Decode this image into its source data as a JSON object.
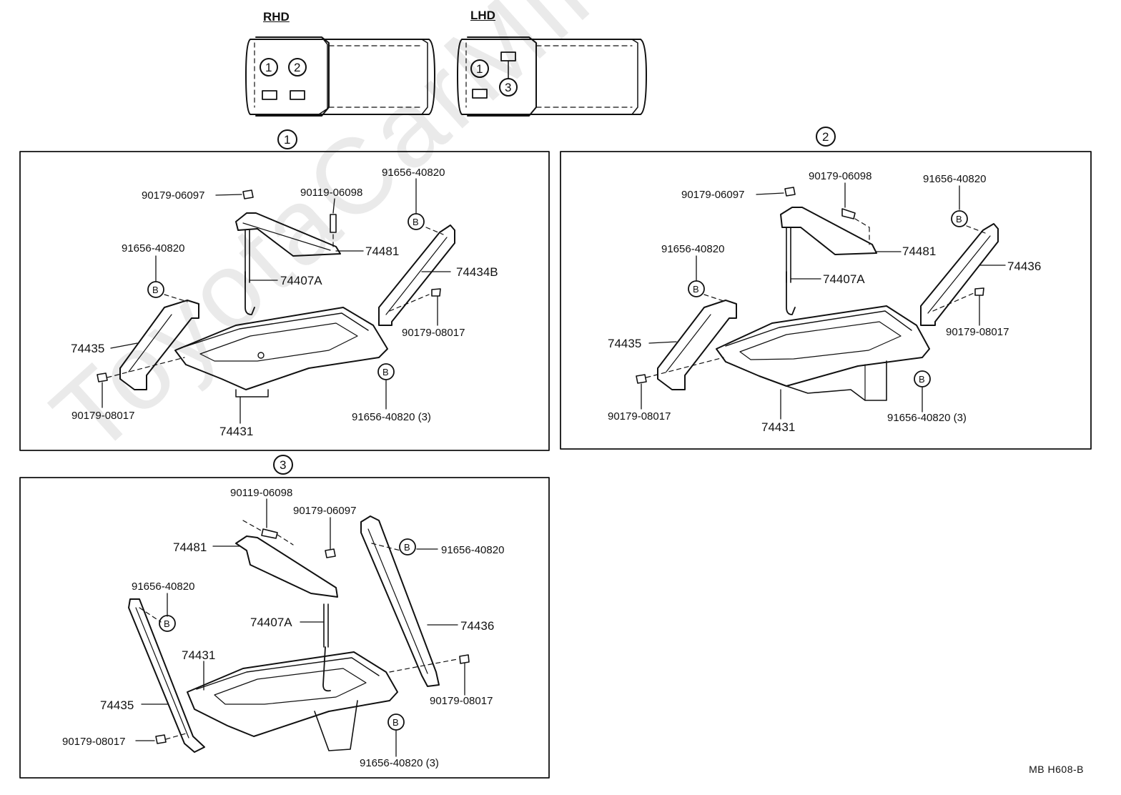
{
  "watermark": "ToyotaCarMine.ru",
  "layout_keys": {
    "rhd_label": "RHD",
    "lhd_label": "LHD",
    "rhd_markers": [
      "1",
      "2"
    ],
    "lhd_markers": [
      "1",
      "3"
    ]
  },
  "panels": [
    {
      "id": "1",
      "labels": {
        "nut_top": "90179-06097",
        "bolt_top": "90119-06098",
        "bolt_b_right_top": "91656-40820",
        "bolt_b_left": "91656-40820",
        "clamp": "74481",
        "rod": "74407A",
        "brace_right": "74434B",
        "nut_right": "90179-08017",
        "brace_left": "74435",
        "nut_left": "90179-08017",
        "tray": "74431",
        "bolt_b_bottom": "91656-40820 (3)"
      }
    },
    {
      "id": "2",
      "labels": {
        "nut_top": "90179-06097",
        "bolt_top": "90179-06098",
        "bolt_b_right_top": "91656-40820",
        "bolt_b_left": "91656-40820",
        "clamp": "74481",
        "rod": "74407A",
        "brace_right": "74436",
        "nut_right": "90179-08017",
        "brace_left": "74435",
        "nut_left": "90179-08017",
        "tray": "74431",
        "bolt_b_bottom": "91656-40820 (3)"
      }
    },
    {
      "id": "3",
      "labels": {
        "bolt_top": "90119-06098",
        "nut_top": "90179-06097",
        "clamp": "74481",
        "bolt_b_right_top": "91656-40820",
        "bolt_b_left": "91656-40820",
        "rod": "74407A",
        "brace_right": "74436",
        "tray": "74431",
        "nut_right": "90179-08017",
        "brace_left": "74435",
        "nut_left": "90179-08017",
        "bolt_b_bottom": "91656-40820 (3)"
      }
    }
  ],
  "b_symbol": "B",
  "diagram_code": "MB  H608-B"
}
